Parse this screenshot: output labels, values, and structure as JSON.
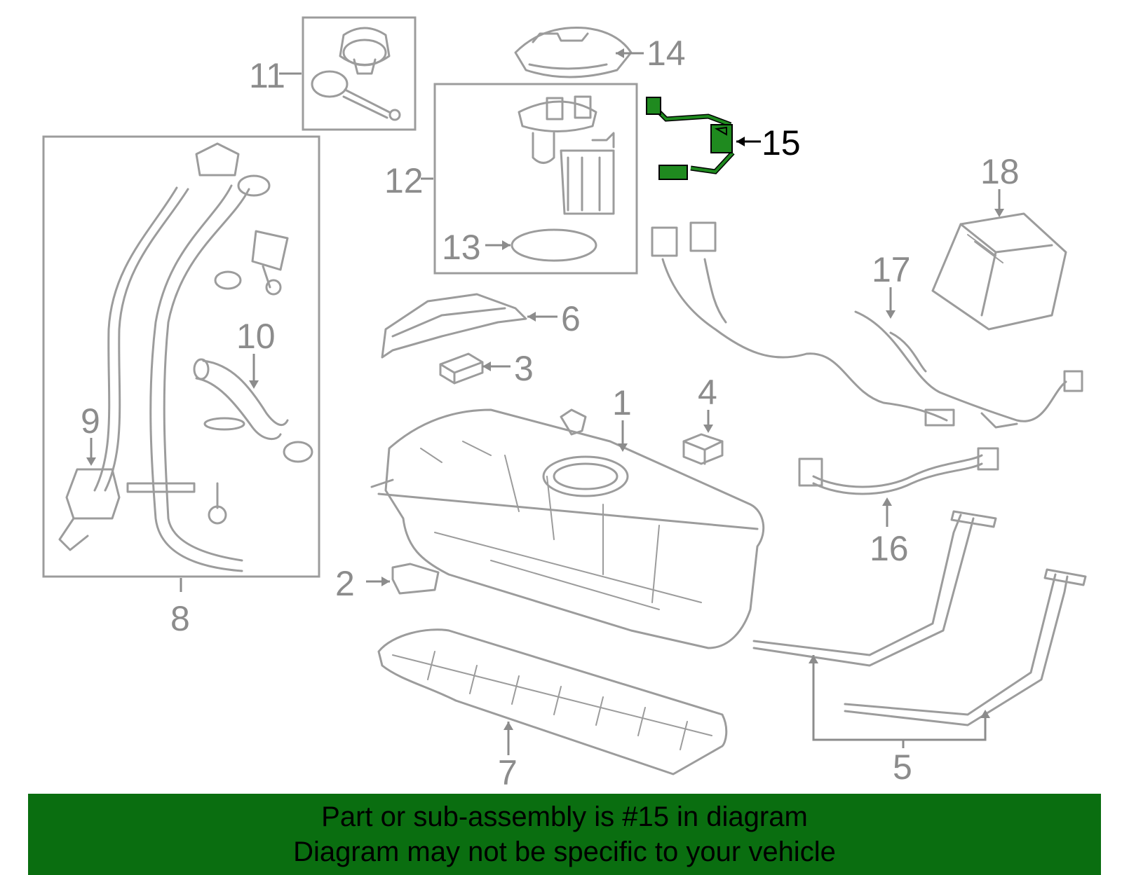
{
  "callouts": {
    "c1": "1",
    "c2": "2",
    "c3": "3",
    "c4": "4",
    "c5": "5",
    "c6": "6",
    "c7": "7",
    "c8": "8",
    "c9": "9",
    "c10": "10",
    "c11": "11",
    "c12": "12",
    "c13": "13",
    "c14": "14",
    "c15": "15",
    "c16": "16",
    "c17": "17",
    "c18": "18"
  },
  "highlighted_part": "15",
  "colors": {
    "highlight_fill": "#1f8a1f",
    "banner_background": "#0a6e10",
    "line_gray": "#9c9c9c"
  },
  "banner": {
    "line1": "Part or sub-assembly is #15 in diagram",
    "line2": "Diagram may not be specific to your vehicle"
  }
}
